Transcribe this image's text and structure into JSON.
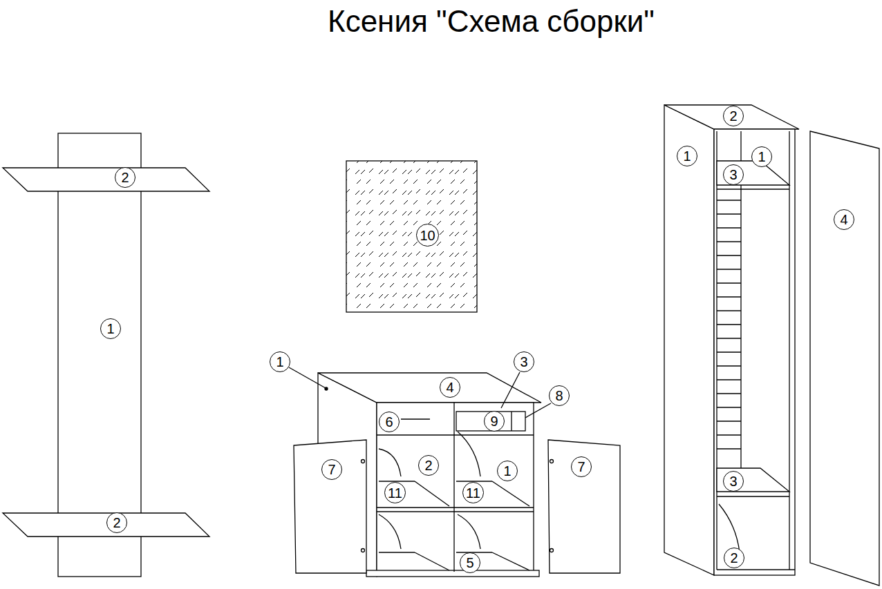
{
  "diagram": {
    "title": "Ксения \"Схема сборки\"",
    "labels": [
      "2",
      "1",
      "2",
      "10",
      "1",
      "4",
      "3",
      "8",
      "6",
      "9",
      "7",
      "2",
      "1",
      "7",
      "11",
      "11",
      "5",
      "2",
      "1",
      "1",
      "3",
      "4",
      "3",
      "2"
    ]
  }
}
